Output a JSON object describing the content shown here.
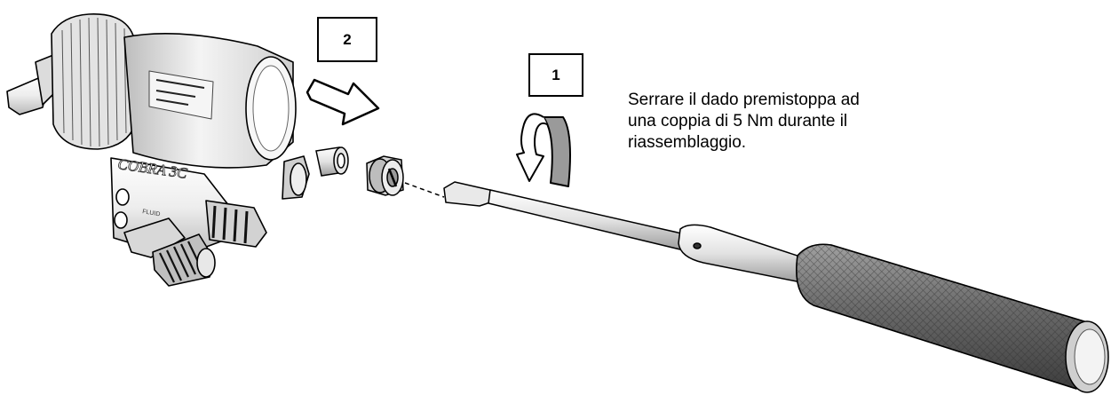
{
  "steps": {
    "step1_label": "1",
    "step2_label": "2"
  },
  "instruction": {
    "lines": [
      "Serrare il dado premistoppa ad",
      "una coppia di 5 Nm durante il",
      "riassemblaggio."
    ]
  },
  "product_markings": {
    "gun_model": "COBRA 3C",
    "port_label": "FLUID"
  },
  "colors": {
    "outline": "#000000",
    "body_light": "#f0f0f0",
    "body_mid": "#c8c8c8",
    "body_dark": "#8c8c8c",
    "arrow_fill": "#9a9a9a",
    "handle_dark": "#5a5a5a"
  }
}
